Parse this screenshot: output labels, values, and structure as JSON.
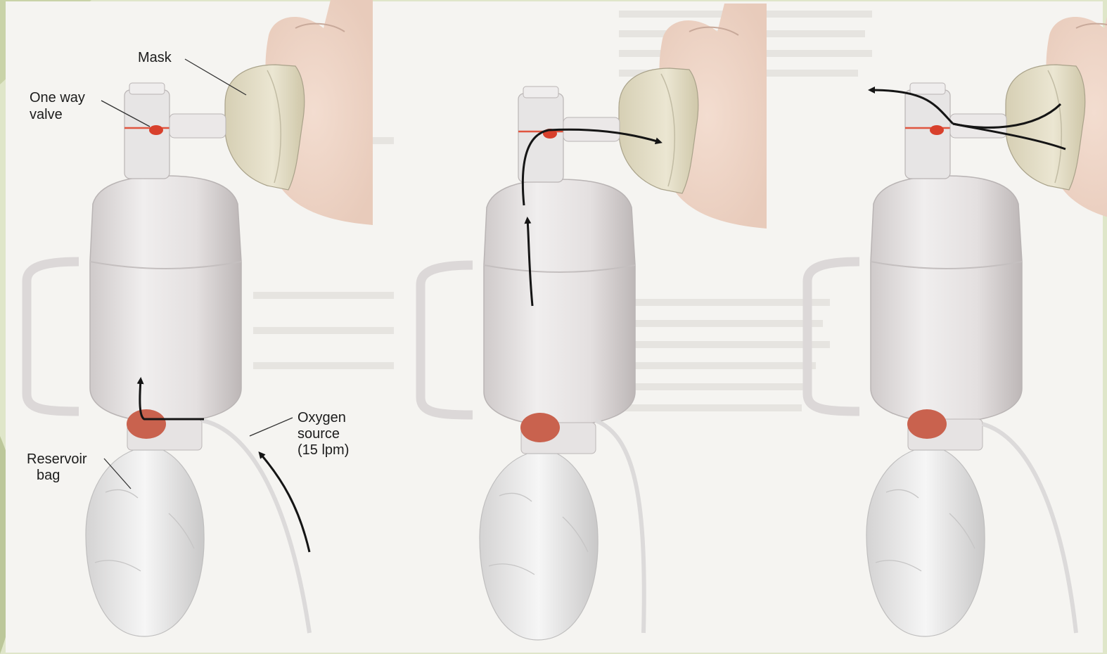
{
  "labels": {
    "mask": "Mask",
    "valve_line1": "One way",
    "valve_line2": "valve",
    "oxygen_line1": "Oxygen",
    "oxygen_line2": "source",
    "oxygen_line3": "(15 lpm)",
    "reservoir_line1": "Reservoir",
    "reservoir_line2": "bag"
  },
  "colors": {
    "slide_background": "#dfe6c9",
    "page": "#f5f4f1",
    "bag": "#e6e3e3",
    "valve_red": "#d8402c",
    "flow_arrow": "#151515"
  }
}
